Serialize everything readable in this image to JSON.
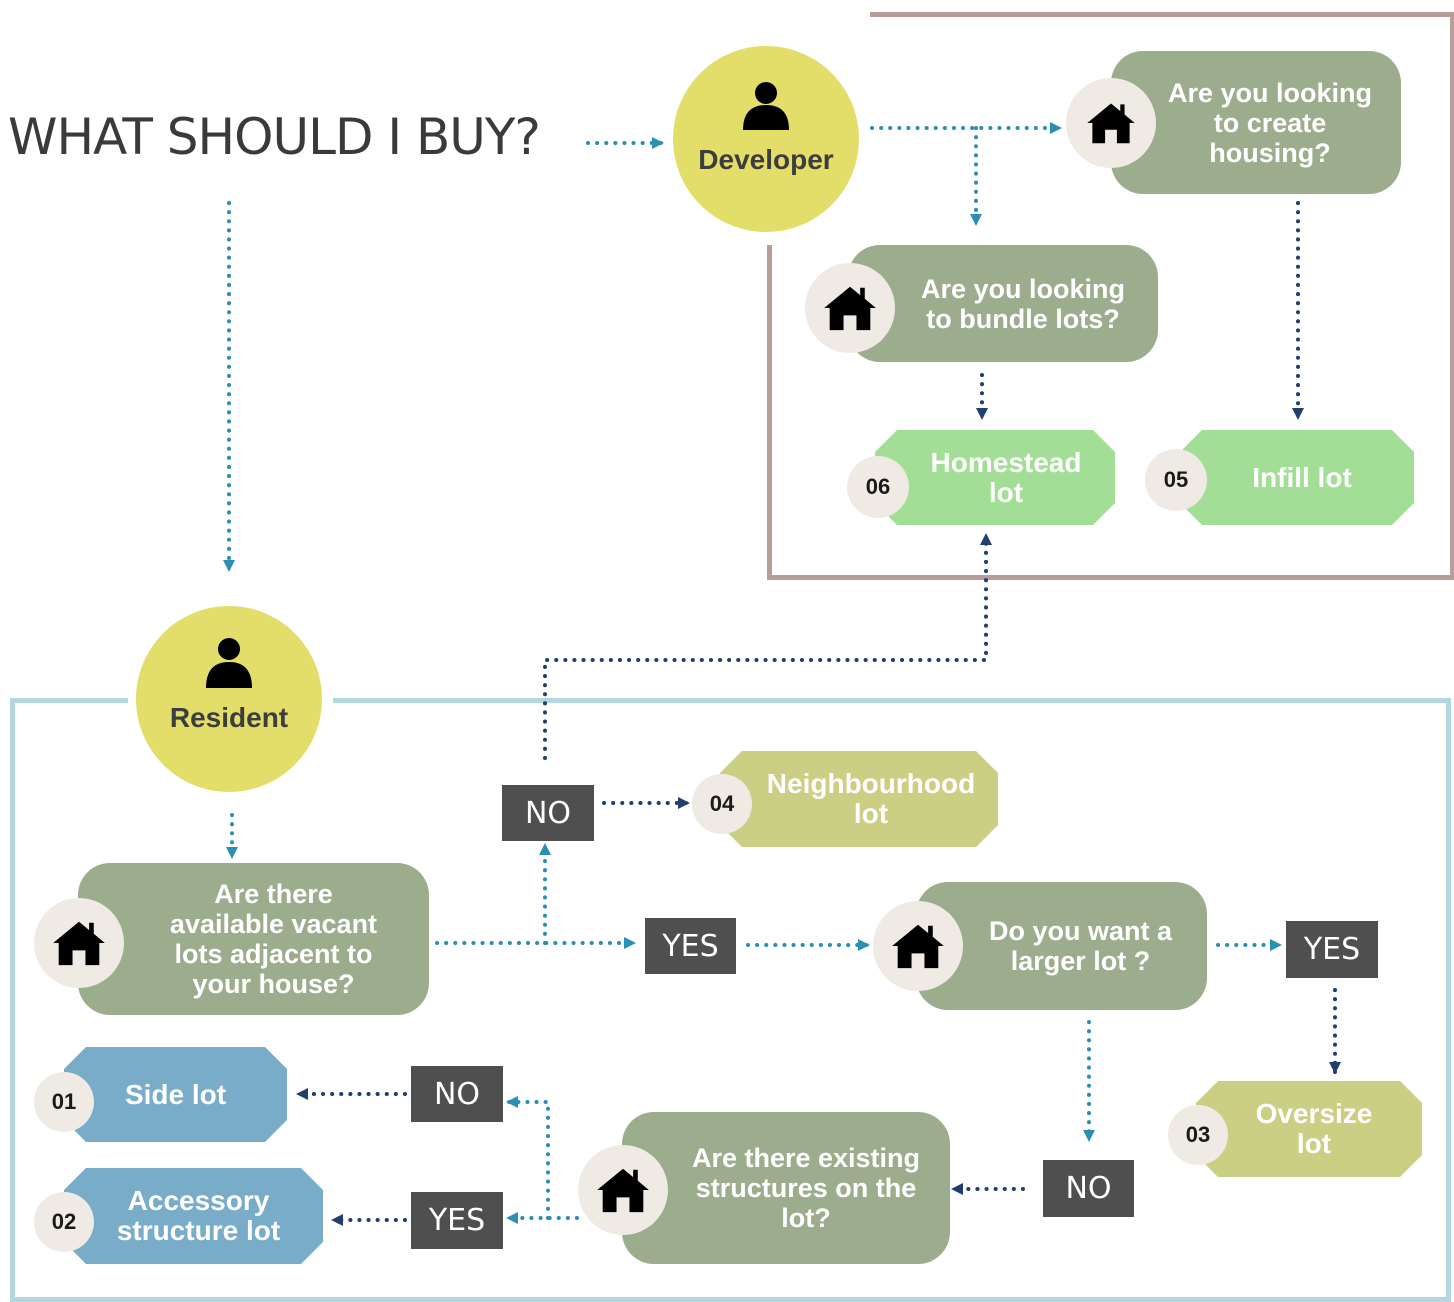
{
  "title": "WHAT SHOULD I BUY?",
  "roles": {
    "developer": "Developer",
    "resident": "Resident"
  },
  "questions": {
    "create_housing": [
      "Are you looking",
      "to create",
      "housing?"
    ],
    "bundle_lots": [
      "Are you looking",
      "to bundle lots?"
    ],
    "vacant_lots": [
      "Are there",
      "available vacant",
      "lots adjacent to",
      "your house?"
    ],
    "larger_lot": [
      "Do you want a",
      "larger lot ?"
    ],
    "existing_structures": [
      "Are there existing",
      "structures on the",
      "lot?"
    ]
  },
  "outcomes": [
    {
      "number": "01",
      "label": [
        "Side lot"
      ]
    },
    {
      "number": "02",
      "label": [
        "Accessory",
        "structure lot"
      ]
    },
    {
      "number": "03",
      "label": [
        "Oversize",
        "lot"
      ]
    },
    {
      "number": "04",
      "label": [
        "Neighbourhood",
        "lot"
      ]
    },
    {
      "number": "05",
      "label": [
        "Infill lot"
      ]
    },
    {
      "number": "06",
      "label": [
        "Homestead",
        "lot"
      ]
    }
  ],
  "answers": {
    "yes": "YES",
    "no": "NO"
  },
  "colors": {
    "developer_frame": "#b89e9b",
    "resident_frame": "#b3d6e0",
    "question_box": "#9bad8c",
    "role_circle": "#e3dd6a",
    "developer_outcome": "#a2de95",
    "resident_outcome_olive": "#cbcf84",
    "resident_outcome_blue": "#78acc8",
    "answer_tag": "#4f4f4f",
    "arrow_teal": "#2b8fb3",
    "arrow_navy": "#1f3f6e"
  },
  "icons": [
    "person-icon",
    "house-icon"
  ]
}
